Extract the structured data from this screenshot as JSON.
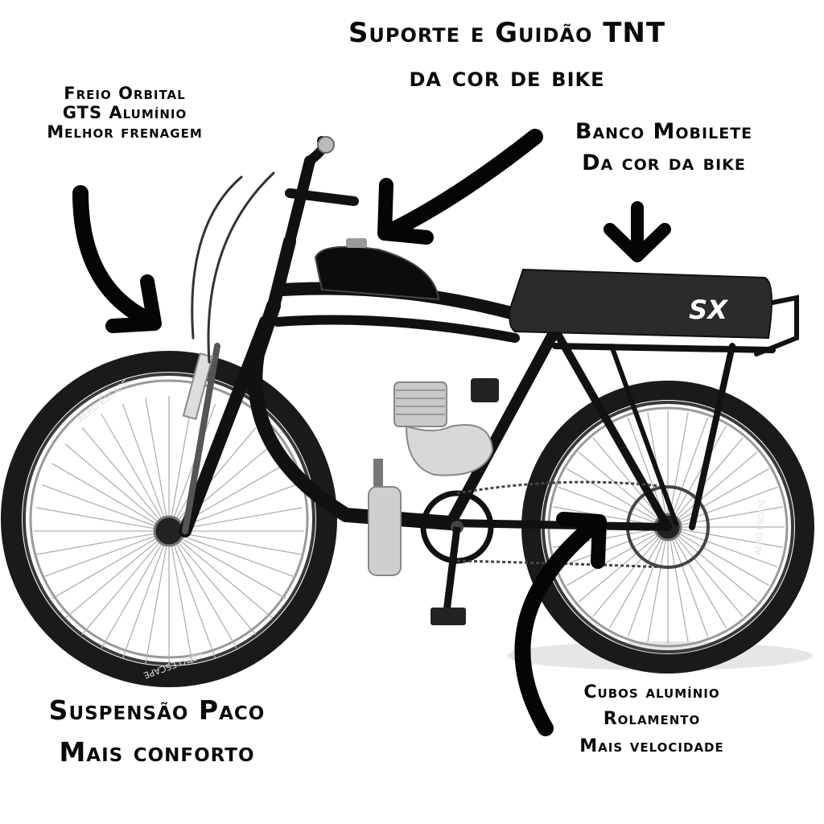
{
  "annotations": {
    "suporte": {
      "line1": "Suporte e Guidão TNT",
      "line2": "da cor de bike"
    },
    "freio": {
      "line1": "Freio Orbital",
      "line2": "GTS Alumínio",
      "line3": "Melhor frenagem"
    },
    "banco": {
      "line1": "Banco Mobilete",
      "line2": "Da cor da bike"
    },
    "suspensao": {
      "line1": "Suspensão Paco",
      "line2": "Mais conforto"
    },
    "cubos": {
      "line1": "Cubos alumínio",
      "line2": "Rolamento",
      "line3": "Mais velocidade"
    }
  },
  "seat_logo": "SX",
  "tire_text": "AERO ESCAPE",
  "colors": {
    "frame": "#111111",
    "chrome": "#c8c8c8",
    "background": "#ffffff",
    "ink": "#0a0a0a"
  }
}
